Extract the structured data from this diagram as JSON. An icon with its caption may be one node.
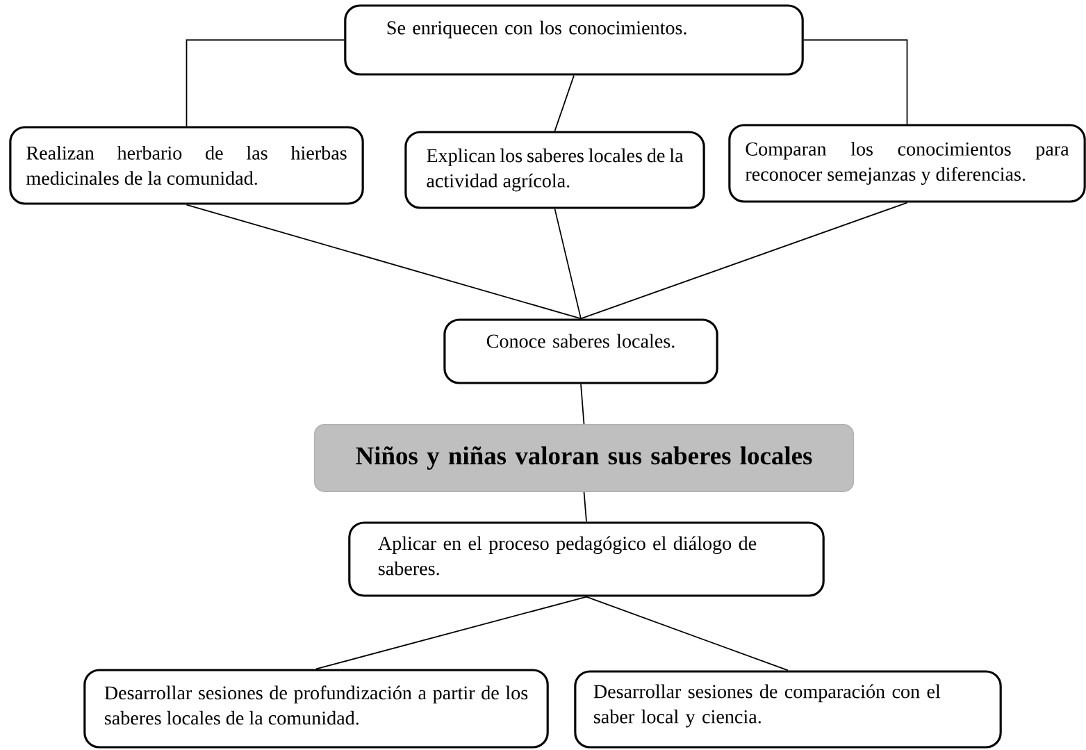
{
  "diagram": {
    "nodes": [
      {
        "text": [
          "Se enriquecen con los conocimientos."
        ]
      },
      {
        "text": [
          "Realizan herbario de las hierbas medicinales de la comunidad."
        ]
      },
      {
        "text": [
          "Explican los saberes locales de la actividad agrícola."
        ]
      },
      {
        "text": [
          "Comparan los conocimientos para reconocer semejanzas y diferencias."
        ]
      },
      {
        "text": [
          "Conoce saberes locales."
        ]
      },
      {
        "text": [
          "Niños y niñas valoran sus saberes locales"
        ]
      },
      {
        "text": [
          "Aplicar en el proceso pedagógico el diálogo de saberes."
        ]
      },
      {
        "text": [
          "Desarrollar sesiones de profundización a partir de los saberes locales de la comunidad."
        ]
      },
      {
        "text": [
          "Desarrollar sesiones de comparación con el saber local y ciencia."
        ]
      }
    ],
    "edges": [
      {
        "from": 0,
        "to": 1,
        "arrow": "none"
      },
      {
        "from": 0,
        "to": 2,
        "arrow": "none"
      },
      {
        "from": 0,
        "to": 3,
        "arrow": "none"
      },
      {
        "from": 1,
        "to": 4,
        "arrow": "none"
      },
      {
        "from": 2,
        "to": 4,
        "arrow": "none"
      },
      {
        "from": 3,
        "to": 4,
        "arrow": "none"
      },
      {
        "from": 4,
        "to": 5,
        "arrow": "none"
      },
      {
        "from": 5,
        "to": 6,
        "arrow": "none"
      },
      {
        "from": 6,
        "to": 7,
        "arrow": "none"
      },
      {
        "from": 6,
        "to": 8,
        "arrow": "none"
      }
    ]
  }
}
